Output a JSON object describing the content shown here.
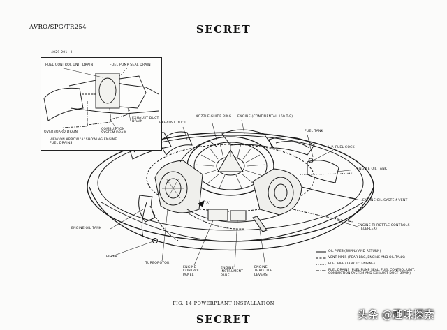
{
  "header": {
    "doc_ref": "AVRO/SPG/TR254",
    "classification_top": "SECRET",
    "classification_bottom": "SECRET"
  },
  "caption": "FIG. 14  POWERPLANT INSTALLATION",
  "inset": {
    "code": "4029 201 - I",
    "labels": {
      "fuel_control_unit_drain": "FUEL CONTROL UNIT DRAIN",
      "fuel_pump_seal_drain": "FUEL PUMP SEAL DRAIN",
      "exhaust_duct_drain": "EXHAUST DUCT DRAIN",
      "combustion_system_drain": "COMBUSTION SYSTEM DRAIN",
      "overboard_drain": "OVERBOARD DRAIN",
      "view_caption": "VIEW ON ARROW 'A' SHOWING ENGINE FUEL DRAINS"
    }
  },
  "labels": {
    "exhaust_duct": "EXHAUST DUCT",
    "nozzle_guide_ring": "NOZZLE GUIDE RING",
    "engine_continental": "ENGINE (CONTINENTAL 169.T-9)",
    "fuel_tank": "FUEL TANK",
    "lp_fuel_cock": "L.P. FUEL COCK",
    "engine_oil_tank_right": "ENGINE OIL TANK",
    "engine_oil_system_vent": "ENGINE OIL SYSTEM VENT",
    "engine_throttle_controls": "ENGINE THROTTLE CONTROLS (TELEFLEX)",
    "engine_oil_tank_left": "ENGINE OIL TANK",
    "filter": "FILTER",
    "turborotor": "TURBOROTOR",
    "engine_control_panel": "ENGINE CONTROL PANEL",
    "engine_instrument_panel": "ENGINE INSTRUMENT PANEL",
    "engine_throttle_levers": "ENGINE THROTTLE LEVERS",
    "arrow_a": "'A'"
  },
  "legend": [
    {
      "text": "OIL PIPES (SUPPLY AND RETURN)",
      "style": "solid"
    },
    {
      "text": "VENT PIPES (REAR BRG, ENGINE AND OIL TANK)",
      "style": "dashed"
    },
    {
      "text": "FUEL PIPE (TANK TO ENGINE)",
      "style": "dotted"
    },
    {
      "text": "FUEL DRAINS (FUEL PUMP SEAL, FUEL CONTROL UNIT, COMBUSTION SYSTEM AND EXHAUST DUCT DRAIN)",
      "style": "dashdot"
    }
  ],
  "watermark": "头条 @趣味探索"
}
